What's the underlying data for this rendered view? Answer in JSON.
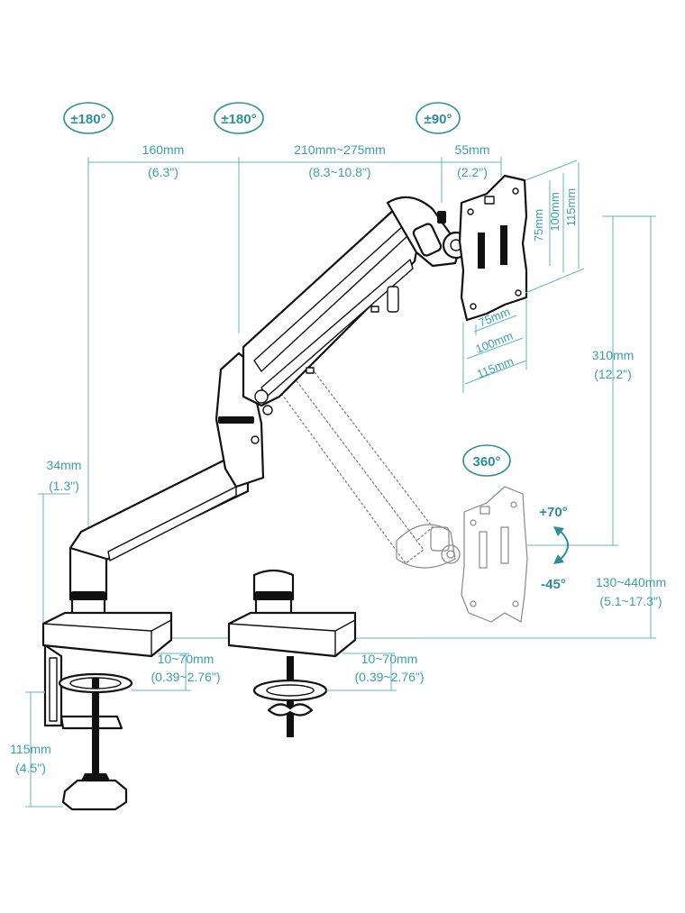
{
  "rotations": {
    "left_arm": "±180°",
    "middle_arm": "±180°",
    "head": "±90°",
    "swivel": "360°",
    "tilt_up": "+70°",
    "tilt_down": "-45°"
  },
  "dimensions": {
    "arm1": {
      "mm": "160mm",
      "inch": "(6.3\")"
    },
    "arm2": {
      "mm": "210mm~275mm",
      "inch": "(8.3~10.8\")"
    },
    "head": {
      "mm": "55mm",
      "inch": "(2.2\")"
    },
    "pole": {
      "mm": "34mm",
      "inch": "(1.3\")"
    },
    "height": {
      "mm": "310mm",
      "inch": "(12.2\")"
    },
    "total_height": {
      "mm": "130~440mm",
      "inch": "(5.1~17.3\")"
    },
    "clamp1": {
      "mm": "10~70mm",
      "inch": "(0.39~2.76\")"
    },
    "clamp2": {
      "mm": "10~70mm",
      "inch": "(0.39~2.76\")"
    },
    "clamp_height": {
      "mm": "115mm",
      "inch": "(4.5\")"
    },
    "vesa_h": [
      "75mm",
      "100mm",
      "115mm"
    ],
    "vesa_v": [
      "75mm",
      "100mm",
      "115mm"
    ]
  },
  "colors": {
    "accent": "#3aa0a8",
    "line": "#111111"
  }
}
